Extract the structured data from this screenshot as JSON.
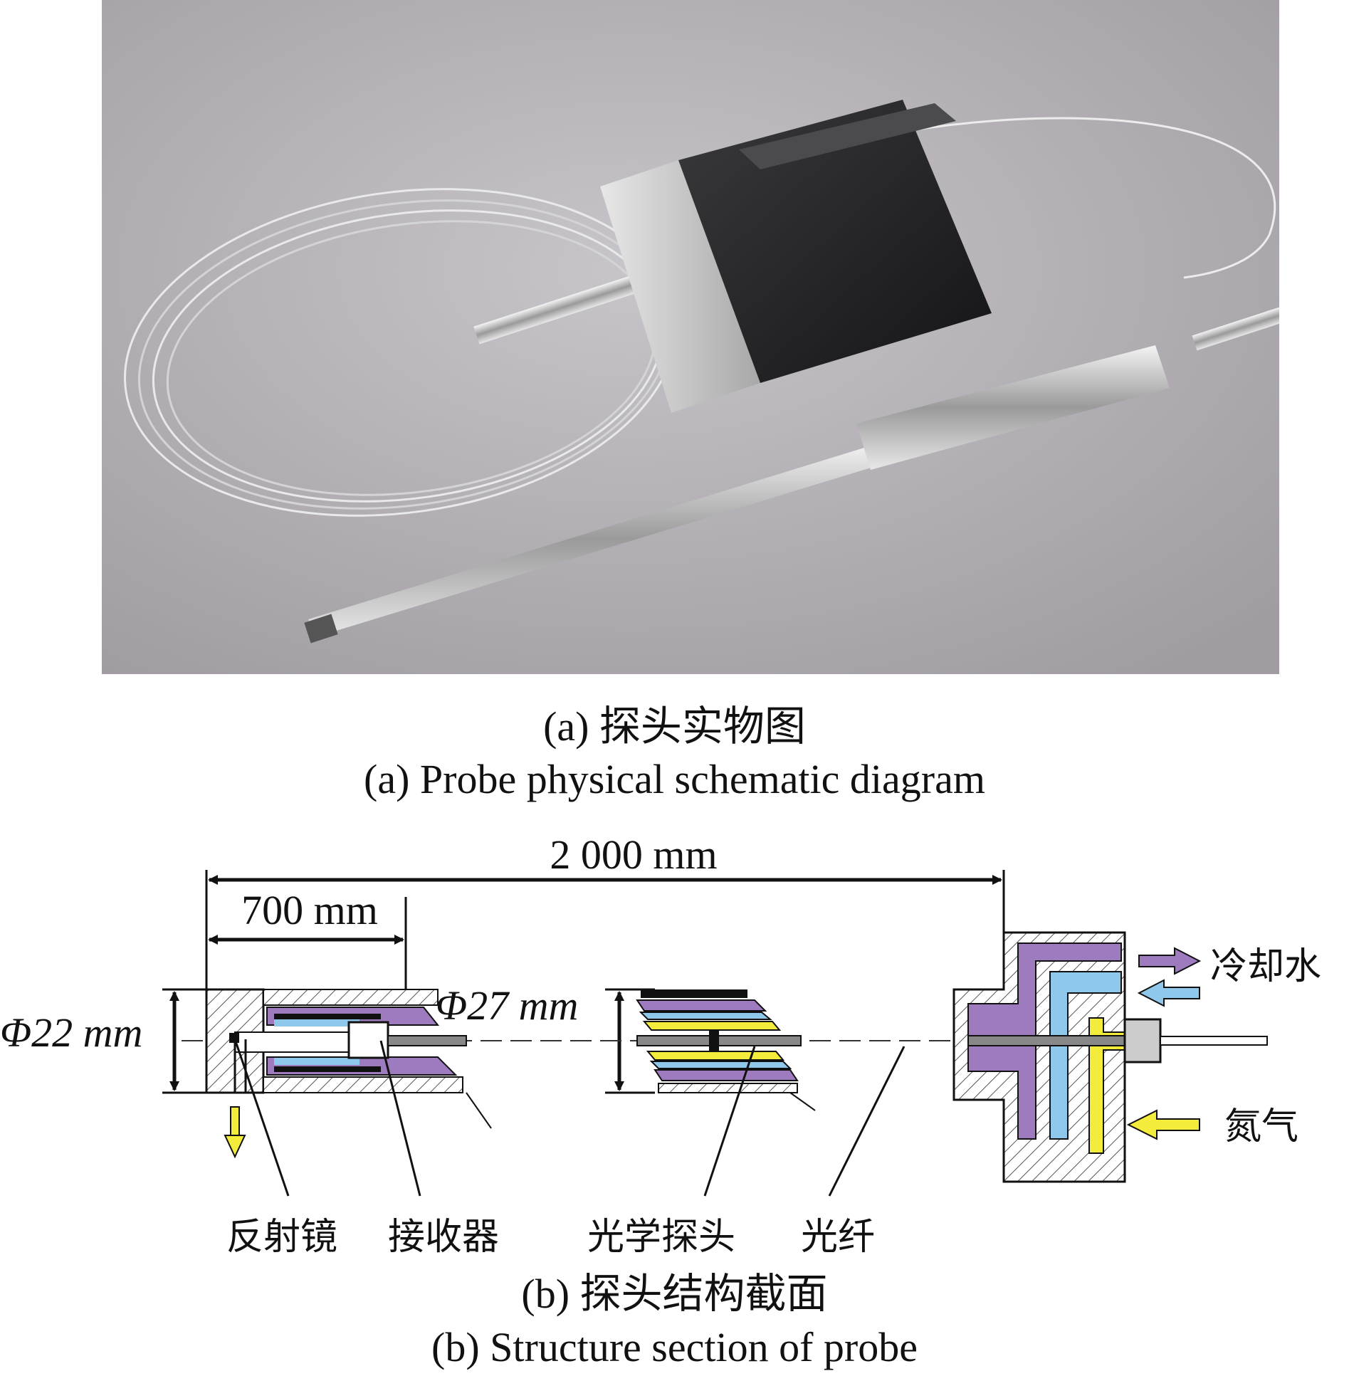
{
  "panel_a": {
    "caption_cn": "(a) 探头实物图",
    "caption_en": "(a) Probe physical schematic diagram"
  },
  "panel_b": {
    "dimension_total": "2 000 mm",
    "dimension_front": "700 mm",
    "diameter_small": "Φ22 mm",
    "diameter_large": "Φ27 mm",
    "labels": {
      "cooling_water": "冷却水",
      "nitrogen": "氮气",
      "reflector": "反射镜",
      "receiver": "接收器",
      "optical_probe": "光学探头",
      "optical_fiber": "光纤"
    },
    "caption_cn": "(b) 探头结构截面",
    "caption_en": "(b) Structure section of probe"
  },
  "colors": {
    "purple_channel": "#9e7bbf",
    "blue_channel": "#8fc8ea",
    "yellow_channel": "#f4ec3a",
    "hatch_gray": "#555555",
    "background_photo": "#b4b0b5"
  }
}
